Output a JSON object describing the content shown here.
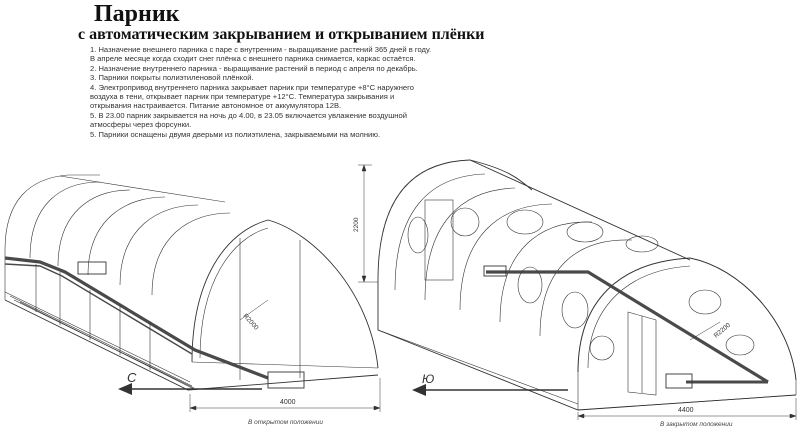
{
  "header": {
    "title": "Парник",
    "subtitle": "с автоматическим закрыванием и открыванием плёнки"
  },
  "notes": [
    "1. Назначение внешнего парника  с паре с внутренним - выращивание растений 365 дней в году.",
    "В апреле месяце когда сходит снег плёнка с внешнего парника снимается, каркас остаётся.",
    "2. Назначение внутреннего парника - выращивание растений в период с апреля по декабрь.",
    "3. Парники покрыты полиэтиленовой плёнкой.",
    "4. Электропривод внутреннего парника закрывает парник при температуре +8°С наружнего",
    "воздуха в тени, открывает парник при температуре +12°С. Температура закрывания и",
    "открывания настраивается. Питание автономное от аккумулятора 12В.",
    "5. В 23.00 парник закрывается на ночь до 4.00, в 23.05 включается увлажение воздушной",
    "атмосферы через форсунки.",
    "5. Парники оснащены двумя дверьми из полиэтилена, закрываемыми на молнию."
  ],
  "left_view": {
    "width_dim": "4000",
    "arc_dim": "R2000",
    "direction": "С",
    "caption": "В открытом положении"
  },
  "right_view": {
    "width_dim": "4400",
    "height_dim": "2200",
    "arc_dim": "R2200",
    "direction": "Ю",
    "caption": "В закрытом положении"
  },
  "colors": {
    "line": "#333333",
    "film_rail": "#4a4a4a"
  }
}
